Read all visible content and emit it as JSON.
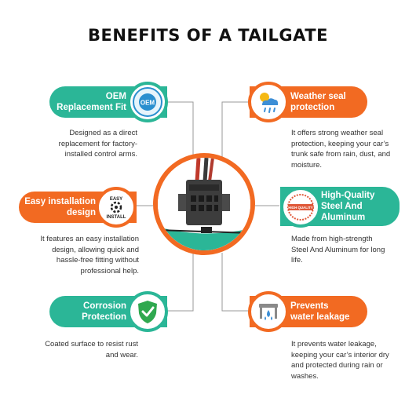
{
  "title": "BENEFITS OF A TAILGATE",
  "colors": {
    "teal": "#2bb697",
    "orange": "#f26a22",
    "text": "#333333"
  },
  "benefits": [
    {
      "id": "oem",
      "label_line1": "OEM",
      "label_line2": "Replacement Fit",
      "icon": "oem-seal-icon",
      "badge_text": "OEM",
      "description": [
        "Designed as a direct",
        "replacement for factory-",
        "installed control arms."
      ]
    },
    {
      "id": "weather",
      "label_line1": "Weather seal",
      "label_line2": "protection",
      "icon": "weather-icon",
      "description": [
        "It offers strong weather seal",
        "protection, keeping your car’s",
        "trunk safe from rain, dust, and",
        "moisture."
      ]
    },
    {
      "id": "install",
      "label_line1": "Easy installation",
      "label_line2": "design",
      "icon": "easy-install-icon",
      "badge_top": "EASY",
      "badge_bottom": "INSTALL",
      "description": [
        "It features an easy installation",
        "design, allowing quick and",
        "hassle-free fitting without",
        "professional help."
      ]
    },
    {
      "id": "quality",
      "label_line1": "High-Quality",
      "label_line2": "Steel And",
      "label_line3": "Aluminum",
      "icon": "high-quality-stamp-icon",
      "badge_text": "HIGH QUALITY",
      "description": [
        "Made from high-strength",
        "Steel And Aluminum for long",
        "life."
      ]
    },
    {
      "id": "corrosion",
      "label_line1": "Corrosion",
      "label_line2": "Protection",
      "icon": "shield-check-icon",
      "description": [
        "Coated surface to resist rust",
        "and wear."
      ]
    },
    {
      "id": "leak",
      "label_line1": "Prevents",
      "label_line2": "water leakage",
      "icon": "water-drops-icon",
      "description": [
        "It prevents water leakage,",
        "keeping your car’s interior dry",
        "and protected during rain or",
        "washes."
      ]
    }
  ]
}
